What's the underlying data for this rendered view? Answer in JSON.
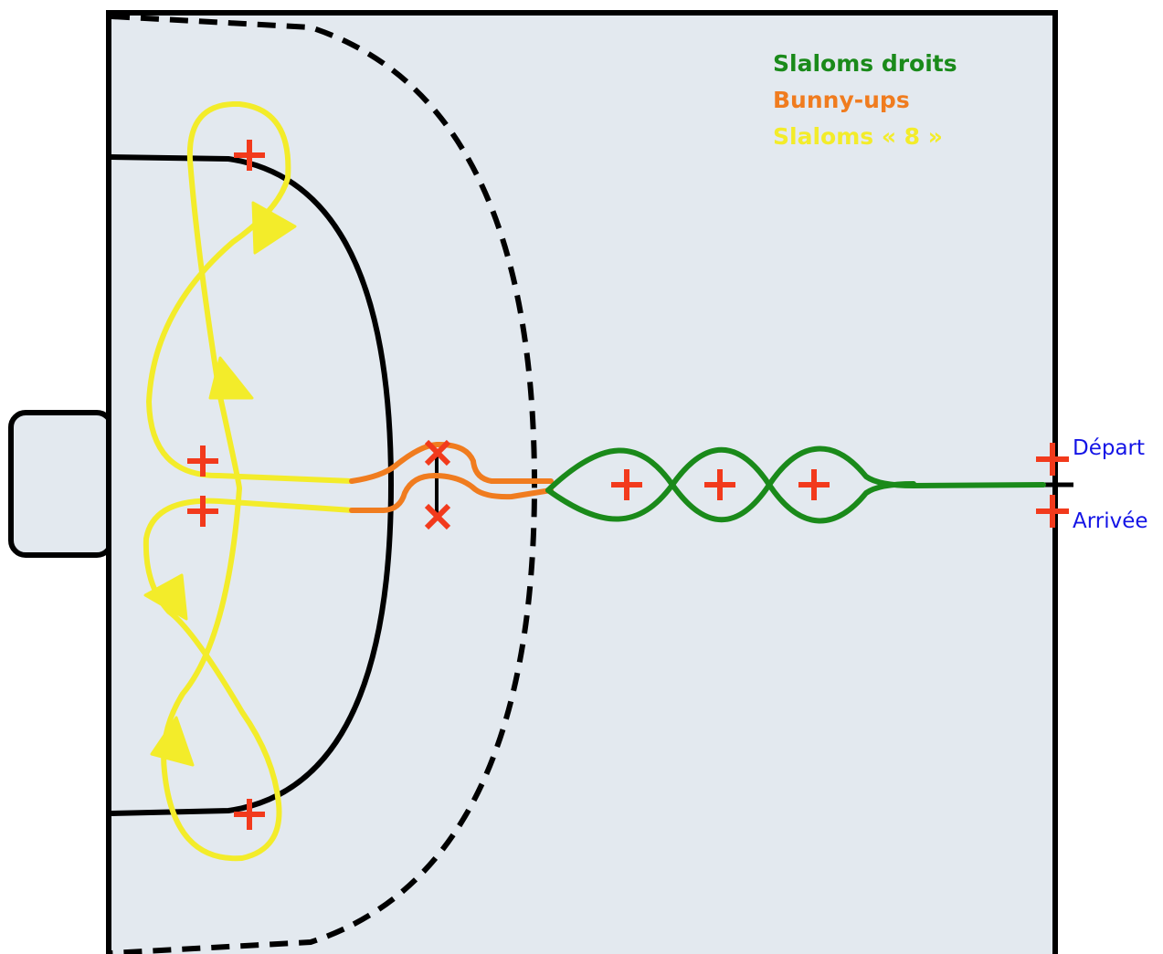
{
  "legend": {
    "straight_slaloms": "Slaloms droits",
    "bunny_ups": "Bunny-ups",
    "eight_slaloms": "Slaloms « 8 »"
  },
  "labels": {
    "start": "Départ",
    "finish": "Arrivée"
  },
  "colors": {
    "court": "#e3e9ef",
    "court_line": "#000000",
    "straight_slaloms": "#1a8a1a",
    "bunny_ups": "#f07c1f",
    "eight_slaloms": "#f3ec2a",
    "cones": "#f23a1c",
    "start_finish_text": "#1414e6"
  },
  "icons": {
    "cone_marker": "red-cross-icon",
    "obstacle_marker": "red-x-icon",
    "direction_arrow": "triangle-arrow-icon"
  }
}
